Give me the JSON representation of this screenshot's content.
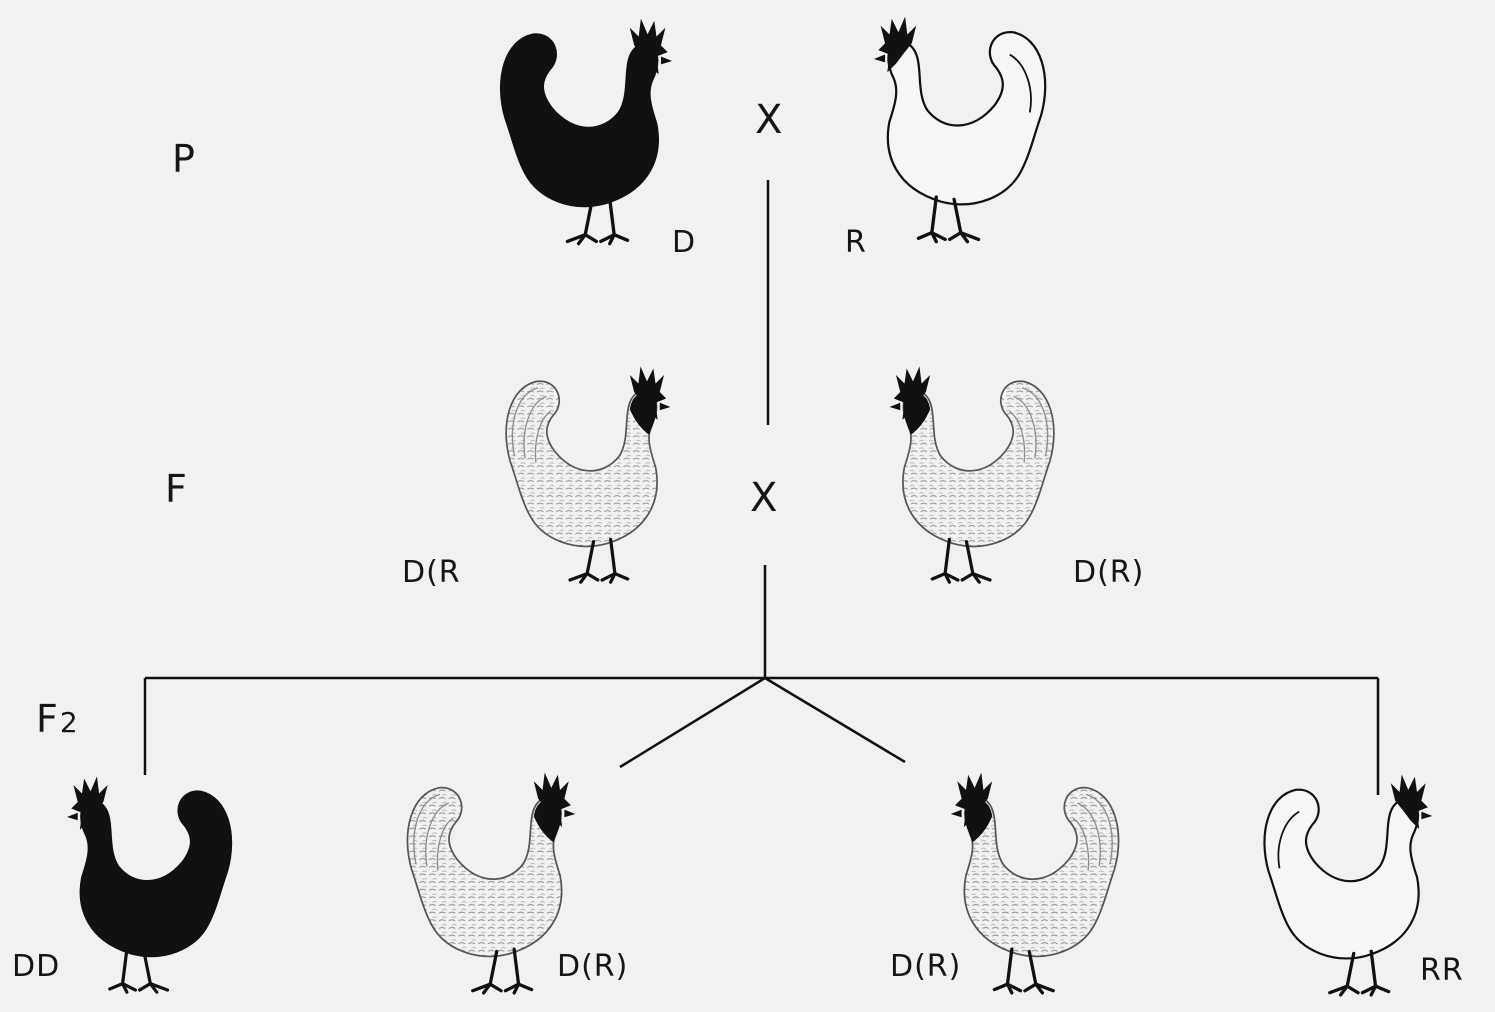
{
  "generations": {
    "p": "P",
    "f1": "F",
    "f2_letter": "F",
    "f2_sub": "2"
  },
  "cross_symbol": "X",
  "genotypes": {
    "p_black": "D",
    "p_white": "R",
    "f1_left": "D(R",
    "f1_right": "D(R)",
    "f2_black": "DD",
    "f2_mid_left": "D(R)",
    "f2_mid_right": "D(R)",
    "f2_white": "RR"
  },
  "colors": {
    "ink": "#111111",
    "paper": "#f1f1f1",
    "speckle": "#e4e4e4"
  },
  "fills": {
    "p_black": "black",
    "p_white": "white",
    "f1_left": "speckled",
    "f1_right": "speckled",
    "f2_black": "black",
    "f2_mid_left": "speckled",
    "f2_mid_right": "speckled",
    "f2_white": "white"
  }
}
